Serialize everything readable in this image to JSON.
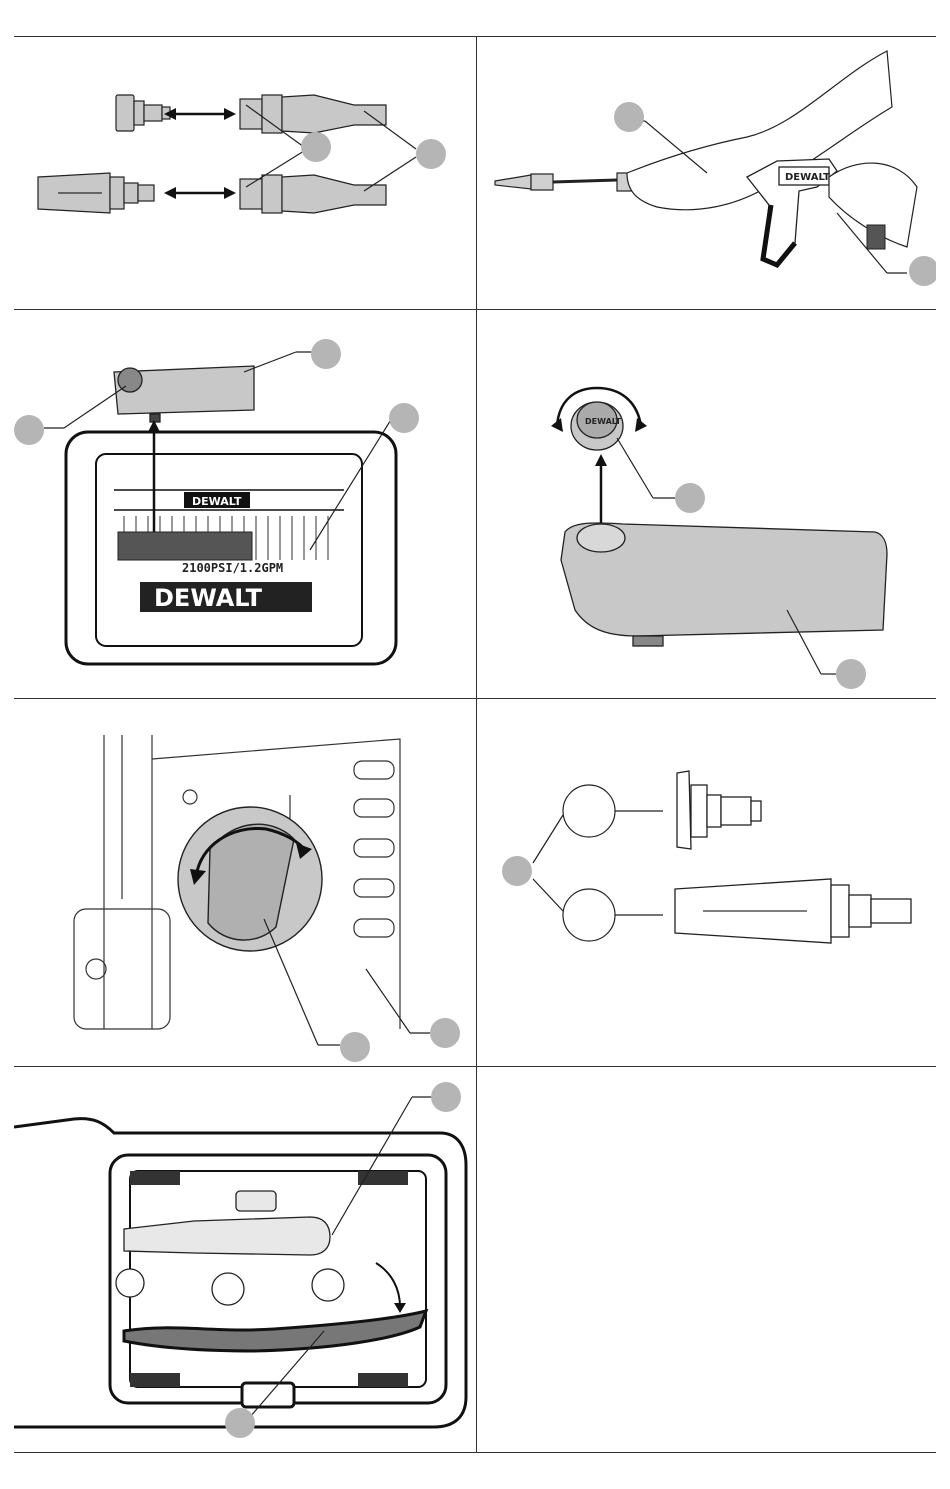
{
  "figures": [
    {
      "id": "nozzle-swap",
      "brand_text": ""
    },
    {
      "id": "spray-gun",
      "brand_text": "DEWALT"
    },
    {
      "id": "detergent-tank-removal",
      "brand_text": "DEWALT",
      "rating_text": "2100PSI/1.2GPM"
    },
    {
      "id": "tank-cap",
      "brand_text": "DEWALT"
    },
    {
      "id": "power-switch",
      "brand_text": ""
    },
    {
      "id": "nozzle-types",
      "brand_text": ""
    },
    {
      "id": "nozzle-storage",
      "brand_text": ""
    }
  ],
  "colors": {
    "callout": "#b5b5b5",
    "line": "#222222",
    "part_fill": "#c8c8c8",
    "dark_fill": "#555555"
  },
  "icons": [
    "double-arrow-icon",
    "rotate-arrow-icon",
    "callout-dot"
  ]
}
